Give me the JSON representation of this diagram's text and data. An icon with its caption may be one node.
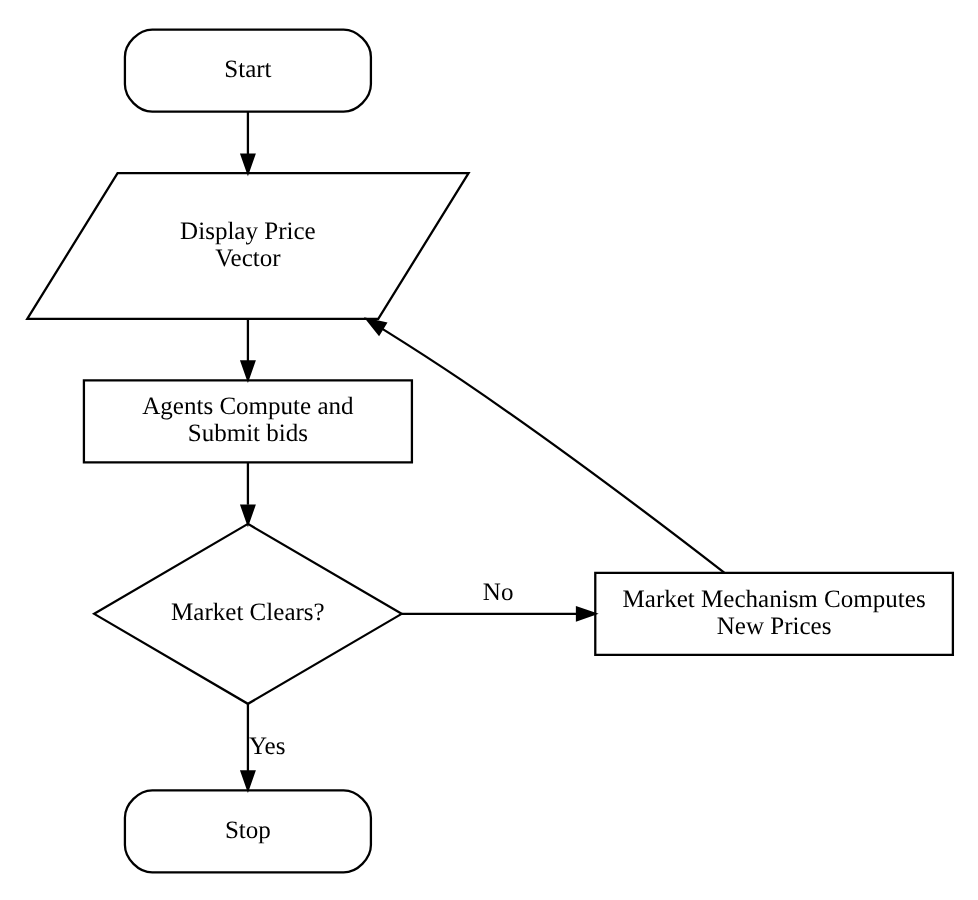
{
  "diagram": {
    "nodes": [
      {
        "text": [
          "Start"
        ]
      },
      {
        "text": [
          "Display Price Vector"
        ]
      },
      {
        "text": [
          "Agents Compute and Submit bids"
        ]
      },
      {
        "text": [
          "Market Clears?"
        ]
      },
      {
        "text": [
          "Market Mechanism Computes New Prices"
        ]
      },
      {
        "text": [
          "Stop"
        ]
      }
    ],
    "edges": [
      {
        "from": 0,
        "to": 1,
        "arrow": "to"
      },
      {
        "from": 1,
        "to": 2,
        "arrow": "to"
      },
      {
        "from": 2,
        "to": 3,
        "arrow": "to"
      },
      {
        "from": 3,
        "to": 4,
        "arrow": "to",
        "label": "No"
      },
      {
        "from": 3,
        "to": 5,
        "arrow": "to",
        "label": "Yes"
      },
      {
        "from": 4,
        "to": 1,
        "arrow": "to"
      }
    ]
  }
}
